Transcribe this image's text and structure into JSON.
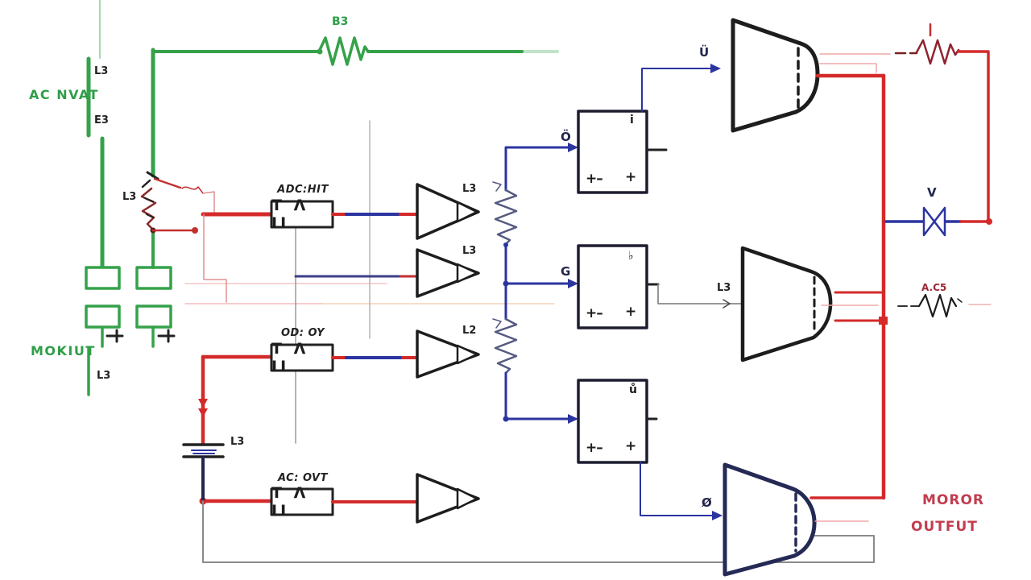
{
  "title_labels": {
    "ac_input": "AC NVAT",
    "mon_out": "MOKIUT",
    "motor_out_1": "MOROR",
    "motor_out_2": "OUTFUT"
  },
  "component_values": {
    "ac_top": "L3",
    "ac_bottom": "E3",
    "top_resistor": "B3",
    "switch": "L3",
    "mon_out": "L3",
    "battery": "L3",
    "lamp": "V",
    "sense_resistor": "A.C5"
  },
  "signal_boxes": [
    {
      "title": "ADC:HIT",
      "text": "T Λ II"
    },
    {
      "title": "OD: OY",
      "text": "T Λ II"
    },
    {
      "title": "AC: OVT",
      "text": "T Λ II"
    }
  ],
  "amplifiers": [
    {
      "label": "L3"
    },
    {
      "label": "L3"
    },
    {
      "label": "L2"
    },
    {
      "label": ""
    }
  ],
  "driver_boxes": [
    {
      "corner": "i",
      "neg": "+–",
      "pos": "+",
      "input": "Ö"
    },
    {
      "corner": "♭",
      "neg": "+–",
      "pos": "+",
      "input": "G"
    },
    {
      "corner": "ů",
      "neg": "+–",
      "pos": "+",
      "input": ""
    }
  ],
  "horns": [
    {
      "input": "Ü"
    },
    {
      "input": "L3"
    },
    {
      "input": "Ø"
    }
  ],
  "colors": {
    "green": "#35a24a",
    "red": "#d42a2a",
    "navy": "#2b35a0",
    "dark": "#1d1d1d",
    "gray": "#8a8a8a",
    "pink": "#f2b6b6",
    "dark_red_text": "#c23d4f"
  }
}
